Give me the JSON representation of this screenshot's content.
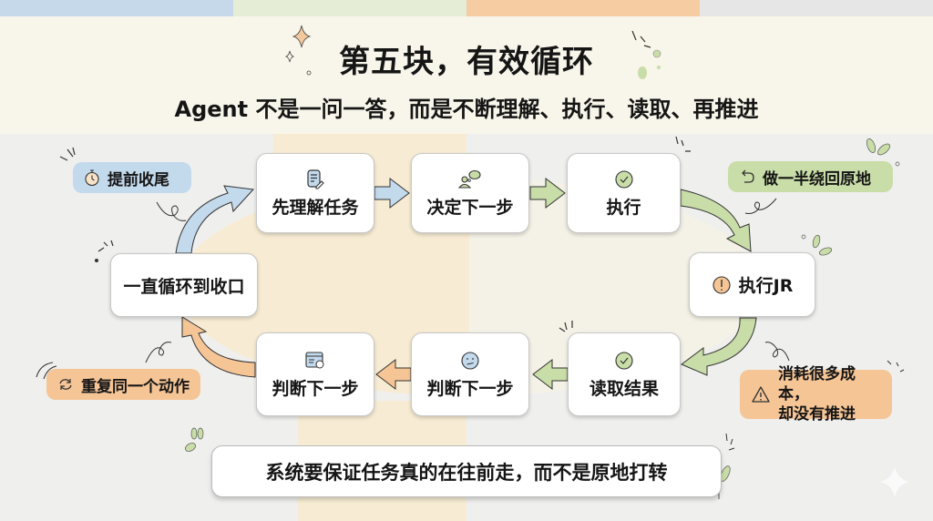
{
  "header": {
    "title": "第五块，有效循环",
    "subtitle": "Agent 不是一问一答，而是不断理解、执行、读取、再推进"
  },
  "colors": {
    "blue": "#c3d9ec",
    "green": "#c9dda8",
    "orange": "#f5c596",
    "cream": "#f7ecd3",
    "grey": "#efefee"
  },
  "loop": {
    "nodes": [
      {
        "id": "understand",
        "label": "先理解任务",
        "icon": "document-edit-icon"
      },
      {
        "id": "decide",
        "label": "决定下一步",
        "icon": "people-chat-icon"
      },
      {
        "id": "execute",
        "label": "执行",
        "icon": "check-circle-icon"
      },
      {
        "id": "execute-jr",
        "label": "执行JR",
        "icon": "exclamation-circle-icon"
      },
      {
        "id": "read-result",
        "label": "读取结果",
        "icon": "check-circle-icon"
      },
      {
        "id": "judge-1",
        "label": "判断下一步",
        "icon": "confused-face-icon"
      },
      {
        "id": "judge-2",
        "label": "判断下一步",
        "icon": "browser-refresh-icon"
      },
      {
        "id": "loop-close",
        "label": "一直循环到收口",
        "icon": ""
      }
    ]
  },
  "annotations": {
    "early_finish": {
      "label": "提前收尾",
      "icon": "stopwatch-icon"
    },
    "half_back": {
      "label": "做一半绕回原地",
      "icon": "undo-arrow-icon"
    },
    "repeat": {
      "label": "重复同一个动作",
      "icon": "refresh-icon"
    },
    "cost": {
      "line1": "消耗很多成本，",
      "line2": "却没有推进",
      "icon": "warning-triangle-icon"
    }
  },
  "footer": {
    "message": "系统要保证任务真的在往前走，而不是原地打转"
  }
}
